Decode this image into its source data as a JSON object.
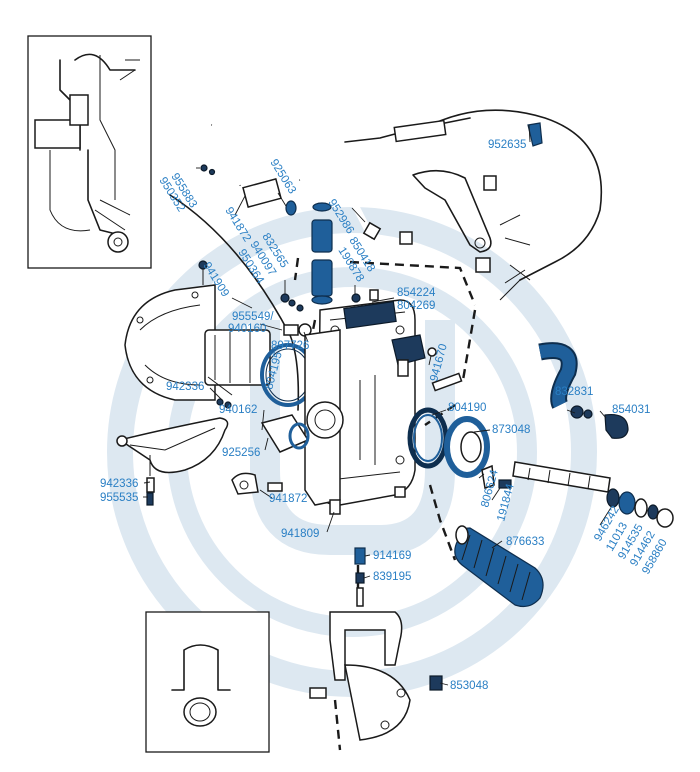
{
  "diagram": {
    "watermark_color": "#dde8f1",
    "label_color": "#2a7fc4",
    "highlight_color": "#1f5f9a",
    "part_numbers": [
      "952635",
      "955883",
      "950352",
      "925063",
      "941872",
      "832565",
      "940097",
      "950364",
      "952986",
      "850418",
      "190878",
      "854224",
      "804269",
      "941909",
      "955549/",
      "940160",
      "897726",
      "804195",
      "941670",
      "832831",
      "854031",
      "942336",
      "940162",
      "804190",
      "873048",
      "925256",
      "941872",
      "806624",
      "191844",
      "942336",
      "955535",
      "946242",
      "11013",
      "914535",
      "914462",
      "958860",
      "941809",
      "914169",
      "876633",
      "839195",
      "853048"
    ]
  }
}
